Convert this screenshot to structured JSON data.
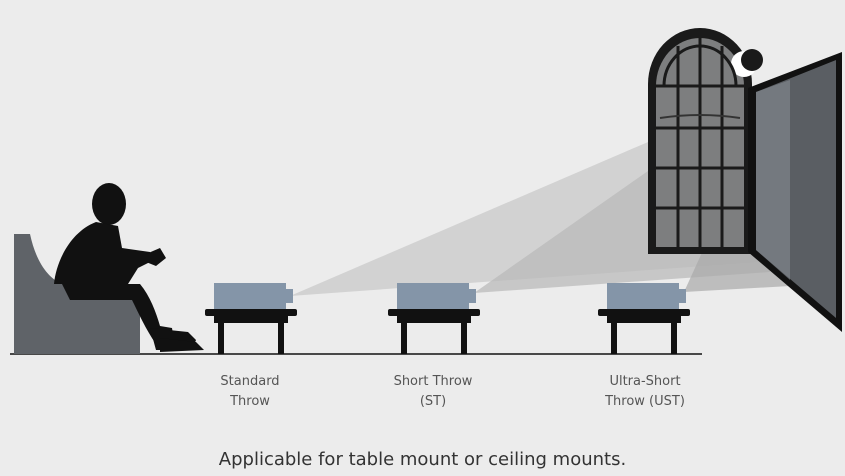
{
  "projectors": [
    {
      "line1": "Standard",
      "line2": "Throw"
    },
    {
      "line1": "Short Throw",
      "line2": "(ST)"
    },
    {
      "line1": "Ultra-Short",
      "line2": "Throw (UST)"
    }
  ],
  "caption": "Applicable for table mount or ceiling mounts.",
  "colors": {
    "background": "#ececec",
    "silhouette": "#111111",
    "sofa": "#5f6368",
    "projector": "#8495a8",
    "screen": "#5a5e63",
    "beam": "#bdbdbd"
  }
}
